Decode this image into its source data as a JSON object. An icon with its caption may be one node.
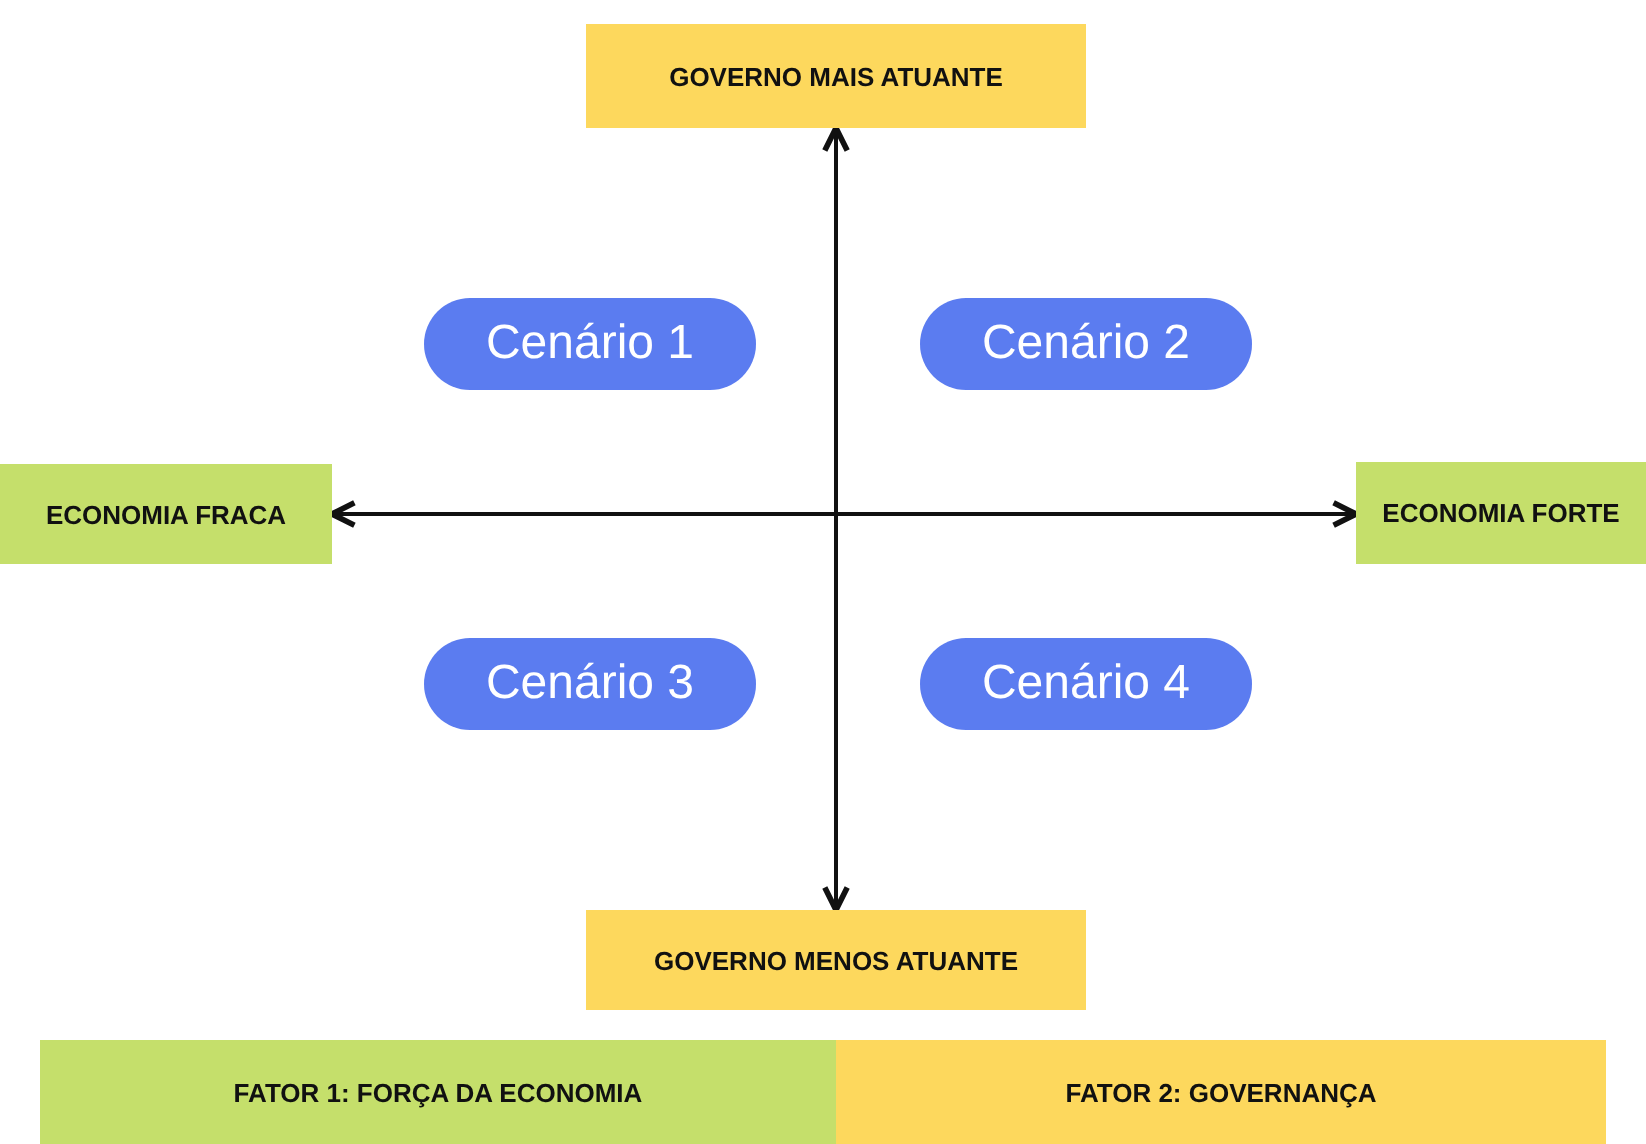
{
  "diagram": {
    "nodes": [
      {
        "text": [
          "GOVERNO MAIS ATUANTE"
        ]
      },
      {
        "text": [
          "Cenário 1"
        ]
      },
      {
        "text": [
          "Cenário 2"
        ]
      },
      {
        "text": [
          "ECONOMIA FRACA"
        ]
      },
      {
        "text": [
          "ECONOMIA FORTE"
        ]
      },
      {
        "text": [
          "Cenário 3"
        ]
      },
      {
        "text": [
          "Cenário 4"
        ]
      },
      {
        "text": [
          "GOVERNO MENOS ATUANTE"
        ]
      }
    ],
    "edges": [
      {
        "from": 0,
        "to": 7,
        "arrow": "both"
      },
      {
        "from": 3,
        "to": 4,
        "arrow": "both"
      }
    ],
    "legend": [
      {
        "text": "FATOR 1: FORÇA DA ECONOMIA",
        "color": "#c5df6b"
      },
      {
        "text": "FATOR 2: GOVERNANÇA",
        "color": "#fdd85d"
      }
    ]
  }
}
